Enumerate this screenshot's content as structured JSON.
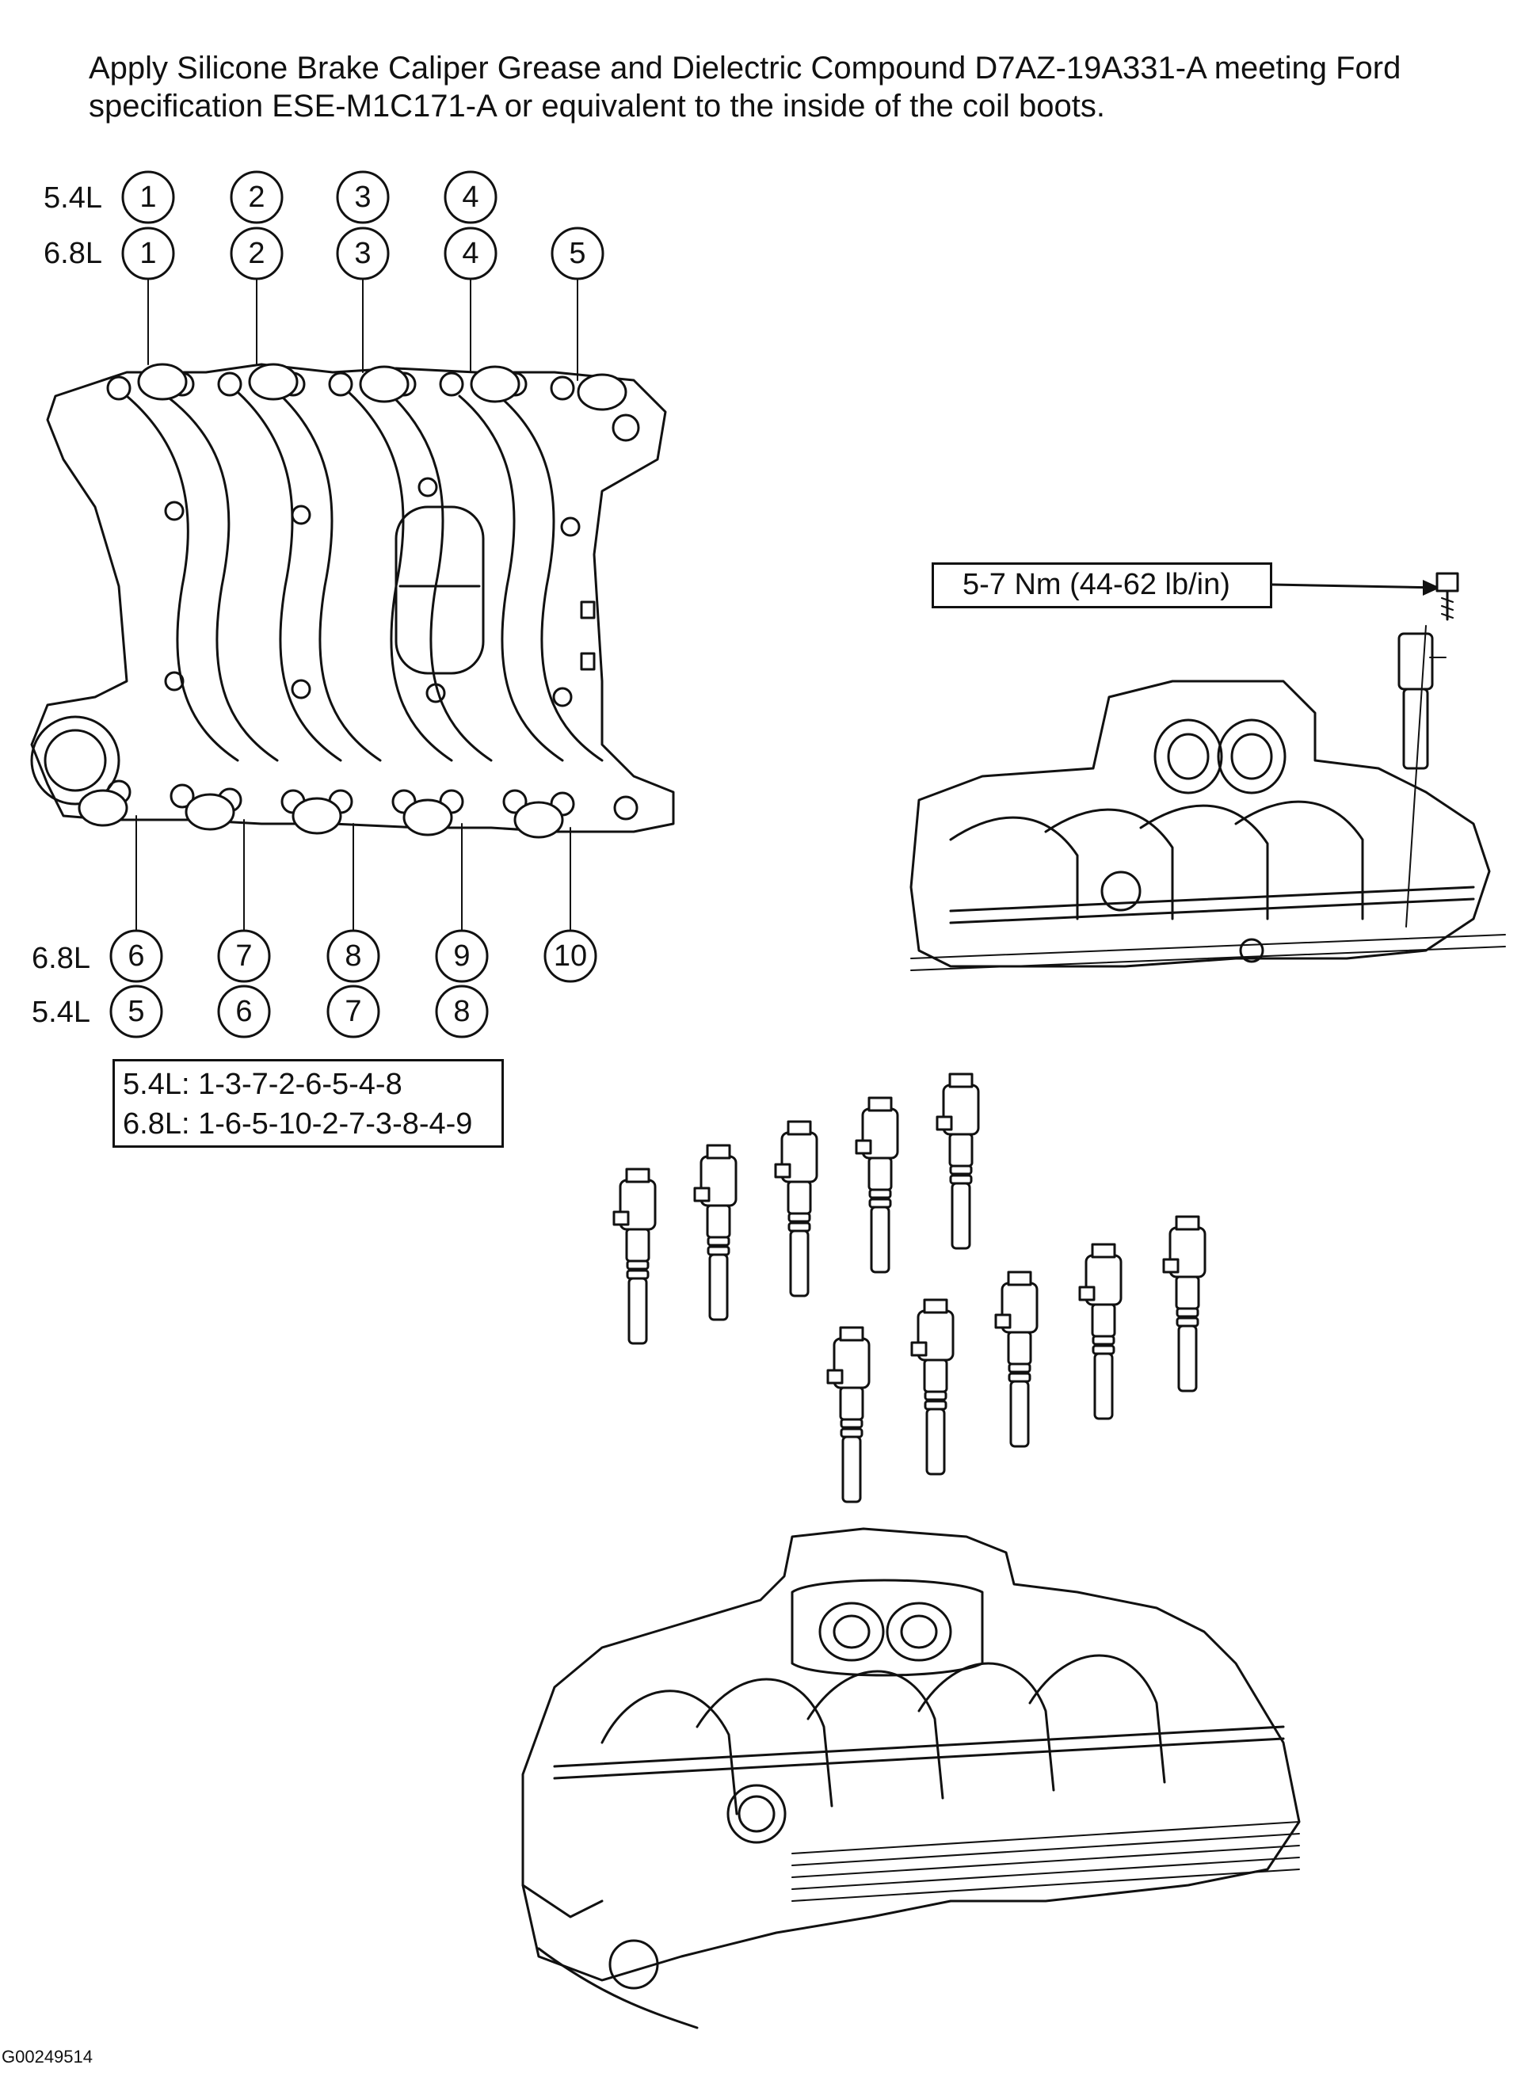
{
  "note": {
    "line1": "Apply Silicone Brake Caliper Grease and Dielectric Compound D7AZ-19A331-A meeting Ford",
    "line2": "specification ESE-M1C171-A or equivalent to the inside of the coil boots."
  },
  "callouts": {
    "top_row_54": {
      "label": "5.4L",
      "numbers": [
        "1",
        "2",
        "3",
        "4"
      ]
    },
    "top_row_68": {
      "label": "6.8L",
      "numbers": [
        "1",
        "2",
        "3",
        "4",
        "5"
      ]
    },
    "bottom_row_68": {
      "label": "6.8L",
      "numbers": [
        "6",
        "7",
        "8",
        "9",
        "10"
      ]
    },
    "bottom_row_54": {
      "label": "5.4L",
      "numbers": [
        "5",
        "6",
        "7",
        "8"
      ]
    }
  },
  "firing_order": {
    "line_54": "5.4L: 1-3-7-2-6-5-4-8",
    "line_68": "6.8L: 1-6-5-10-2-7-3-8-4-9"
  },
  "torque_spec": "5-7 Nm (44-62 lb/in)",
  "figure_id": "G00249514",
  "counts": {
    "coil_packs_upper": 5,
    "coil_packs_lower": 5
  }
}
